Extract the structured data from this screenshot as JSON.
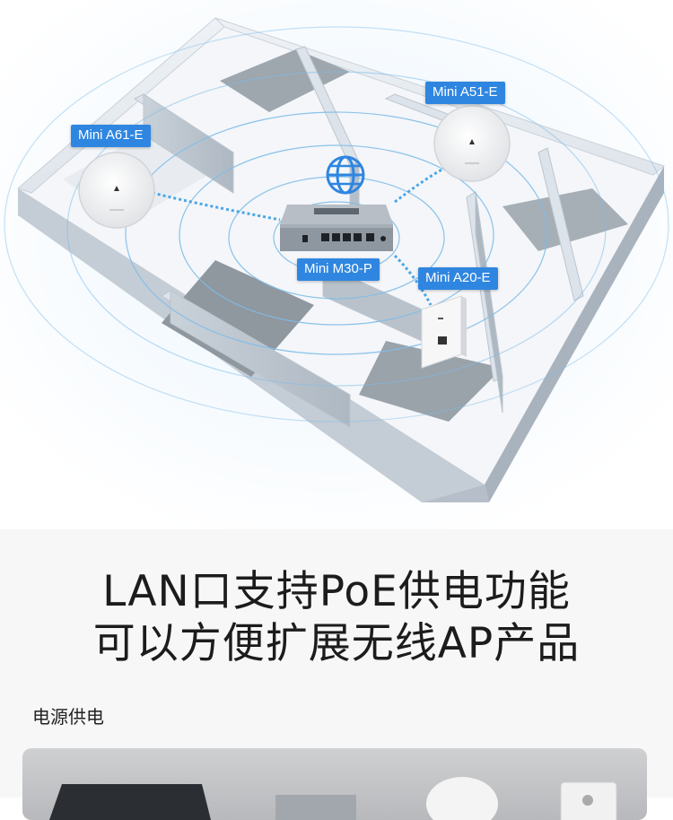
{
  "hero": {
    "devices": [
      {
        "label": "Mini A61-E"
      },
      {
        "label": "Mini A51-E"
      },
      {
        "label": "Mini M30-P"
      },
      {
        "label": "Mini A20-E"
      }
    ],
    "globe_icon": "globe-icon",
    "colors": {
      "tag": "#2f86e0",
      "signal": "#3aa0e8"
    }
  },
  "headline": {
    "line1": "LAN口支持PoE供电功能",
    "line2": "可以方便扩展无线AP产品"
  },
  "power": {
    "label": "电源供电"
  }
}
